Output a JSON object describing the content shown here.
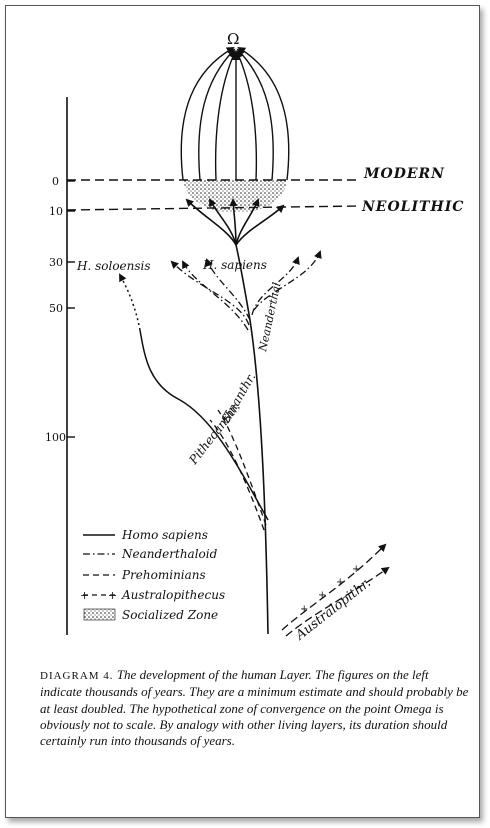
{
  "omega_symbol": "Ω",
  "axis_ticks": [
    {
      "label": "0",
      "value": 0
    },
    {
      "label": "10",
      "value": 10
    },
    {
      "label": "30",
      "value": 30
    },
    {
      "label": "50",
      "value": 50
    },
    {
      "label": "100",
      "value": 100
    }
  ],
  "levels": {
    "modern": "MODERN",
    "neolithic": "NEOLITHIC"
  },
  "branch_labels": {
    "h_soloensis": "H. soloensis",
    "h_sapiens": "H. sapiens",
    "neanderthal": "Neanderthal",
    "sinanthr": "Sinanthr.",
    "pithecanthr": "Pithecanthr.",
    "australopithr": "Australopithr."
  },
  "legend": [
    {
      "label": "Homo sapiens",
      "style": "solid"
    },
    {
      "label": "Neanderthaloid",
      "style": "dashdot"
    },
    {
      "label": "Prehominians",
      "style": "dashed"
    },
    {
      "label": "Australopithecus",
      "style": "plus"
    },
    {
      "label": "Socialized Zone",
      "style": "dotted-box"
    }
  ],
  "caption": {
    "head": "DIAGRAM 4.",
    "text": "The development of the human Layer. The figures on the left indicate thousands of years. They are a minimum estimate and should probably be at least doubled. The hypothetical zone of convergence on the point Omega is obviously not to scale. By analogy with other living layers, its duration should certainly run into thousands of years."
  }
}
